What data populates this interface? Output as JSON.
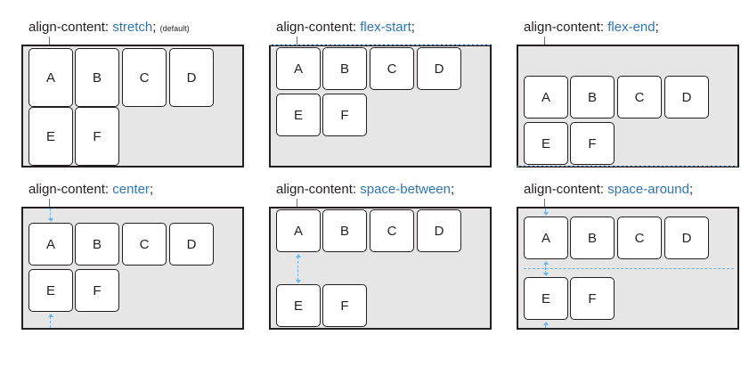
{
  "property": "align-content:",
  "panels": [
    {
      "value": "stretch",
      "semicolon": ";",
      "note": "(default)",
      "items": [
        "A",
        "B",
        "C",
        "D",
        "E",
        "F"
      ]
    },
    {
      "value": "flex-start",
      "semicolon": ";",
      "items": [
        "A",
        "B",
        "C",
        "D",
        "E",
        "F"
      ]
    },
    {
      "value": "flex-end",
      "semicolon": ";",
      "items": [
        "A",
        "B",
        "C",
        "D",
        "E",
        "F"
      ]
    },
    {
      "value": "center",
      "semicolon": ";",
      "items": [
        "A",
        "B",
        "C",
        "D",
        "E",
        "F"
      ]
    },
    {
      "value": "space-between",
      "semicolon": ";",
      "items": [
        "A",
        "B",
        "C",
        "D",
        "E",
        "F"
      ]
    },
    {
      "value": "space-around",
      "semicolon": ";",
      "items": [
        "A",
        "B",
        "C",
        "D",
        "E",
        "F"
      ]
    }
  ],
  "colors": {
    "value_text": "#2e75b6",
    "container_bg": "#e6e6e7",
    "guide": "#6fb4e8",
    "tick": "#c0504d"
  }
}
